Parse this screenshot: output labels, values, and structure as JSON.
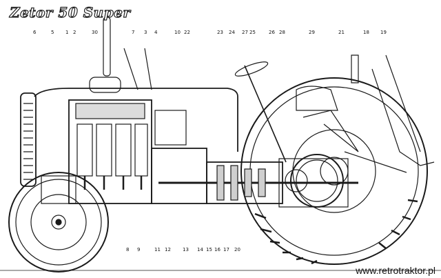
{
  "title": "Zetor 50 Super",
  "watermark": "www.retrotraktor.pl",
  "callouts_top": [
    "6",
    "5",
    "1",
    "2",
    "30",
    "7",
    "3",
    "4",
    "10",
    "22",
    "23",
    "24",
    "27",
    "25",
    "26",
    "28",
    "29",
    "21",
    "18",
    "19"
  ],
  "callouts_bottom": [
    "8",
    "9",
    "11",
    "12",
    "13",
    "14",
    "15",
    "16",
    "17",
    "20"
  ],
  "colors": {
    "ink": "#1a1a1a",
    "paper": "#ffffff"
  }
}
